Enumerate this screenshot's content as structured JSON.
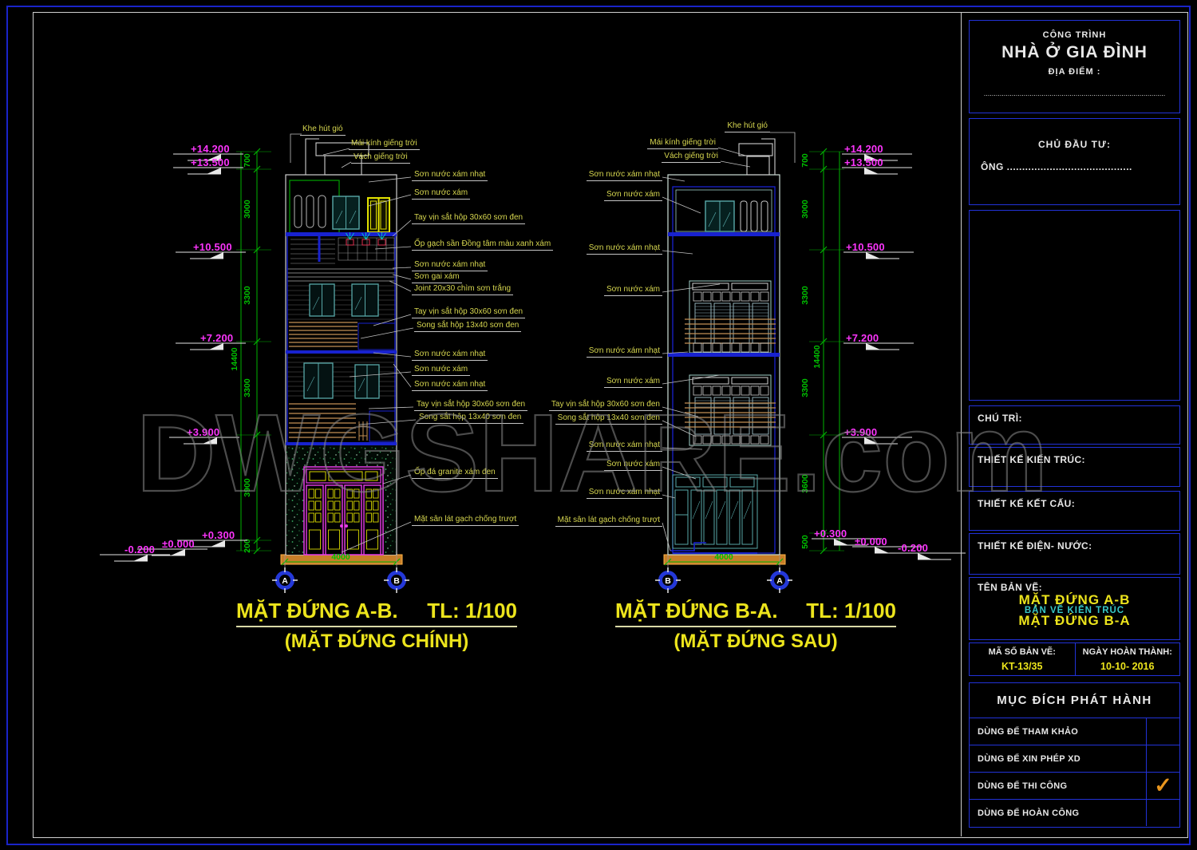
{
  "sheet": {
    "watermark": "DWGSHARE.com"
  },
  "levels": [
    "+14.200",
    "+13.500",
    "+10.500",
    "+7.200",
    "+3.900",
    "+0.300",
    "±0.000",
    "-0.200"
  ],
  "dims": {
    "ab": [
      "700",
      "3000",
      "3300",
      "3300",
      "3900",
      "200"
    ],
    "ba": [
      "700",
      "3000",
      "3300",
      "3300",
      "3600",
      "500"
    ],
    "overall": "14400",
    "width": "4000"
  },
  "grids": {
    "ab": [
      "A",
      "B"
    ],
    "ba": [
      "B",
      "A"
    ]
  },
  "elevations": {
    "ab": {
      "title": "MẶT ĐỨNG A-B.",
      "scale": "TL: 1/100",
      "subtitle": "(MẶT ĐỨNG CHÍNH)"
    },
    "ba": {
      "title": "MẶT ĐỨNG B-A.",
      "scale": "TL: 1/100",
      "subtitle": "(MẶT ĐỨNG SAU)"
    }
  },
  "callouts_ab": [
    "Khe hút gió",
    "Mái kính giếng trời",
    "Vách giếng trời",
    "Sơn nước xám nhạt",
    "Sơn nước xám",
    "Tay vịn sắt hộp 30x60 sơn đen",
    "Ốp gạch sần Đồng tâm màu xanh xám",
    "Sơn nước xám nhạt",
    "Sơn gai xám",
    "Joint 20x30 chìm sơn trắng",
    "Tay vịn sắt hộp 30x60 sơn đen",
    "Song sắt hộp 13x40 sơn đen",
    "Sơn nước xám nhạt",
    "Sơn nước xám",
    "Sơn nước xám nhạt",
    "Tay vịn sắt hộp 30x60 sơn đen",
    "Song sắt hộp 13x40 sơn đen",
    "Ốp đá granite xám đen",
    "Mặt sân lát gạch chống trượt"
  ],
  "callouts_ba": [
    "Khe hút gió",
    "Mái kính giếng trời",
    "Vách giếng trời",
    "Sơn nước xám nhạt",
    "Sơn nước xám",
    "Sơn nước xám nhạt",
    "Sơn nước xám",
    "Sơn nước xám nhạt",
    "Sơn nước xám",
    "Tay vịn sắt hộp 30x60 sơn đen",
    "Song sắt hộp 13x40 sơn đen",
    "Sơn nước xám nhạt",
    "Sơn nước xám",
    "Sơn nước xám nhạt",
    "Mặt sân lát gạch chống trượt"
  ],
  "titleblock": {
    "project_label": "CÔNG TRÌNH",
    "project_name": "NHÀ Ở GIA ĐÌNH",
    "location_label": "ĐỊA ĐIỂM :",
    "location_dots": "...........................................................................................",
    "owner_label": "CHỦ ĐẦU TƯ:",
    "owner_value": "ÔNG .........................................",
    "lead_label": "CHÚ TRÌ:",
    "arch_label": "THIẾT KẾ KIẾN TRÚC:",
    "struct_label": "THIẾT KẾ KẾT CẤU:",
    "mep_label": "THIẾT KẾ ĐIỆN- NƯỚC:",
    "drawing_name_label": "TÊN BẢN VẼ:",
    "drawing_name_1": "MẶT ĐỨNG A-B",
    "drawing_name_mid": "BẢN VẼ KIẾN TRÚC",
    "drawing_name_2": "MẶT ĐỨNG B-A",
    "code_label": "MÃ SỐ BẢN VẼ:",
    "code_value": "KT-13/35",
    "date_label": "NGÀY HOÀN THÀNH:",
    "date_value": "10-10- 2016",
    "purpose_header": "MỤC ĐÍCH PHÁT HÀNH",
    "purposes": [
      {
        "label": "DÙNG ĐỂ THAM KHẢO",
        "checked": false
      },
      {
        "label": "DÙNG ĐỂ XIN PHÉP XD",
        "checked": false
      },
      {
        "label": "DÙNG ĐỂ THI CÔNG",
        "checked": true
      },
      {
        "label": "DÙNG ĐỂ HOÀN CÔNG",
        "checked": false
      }
    ],
    "check_glyph": "✓"
  }
}
